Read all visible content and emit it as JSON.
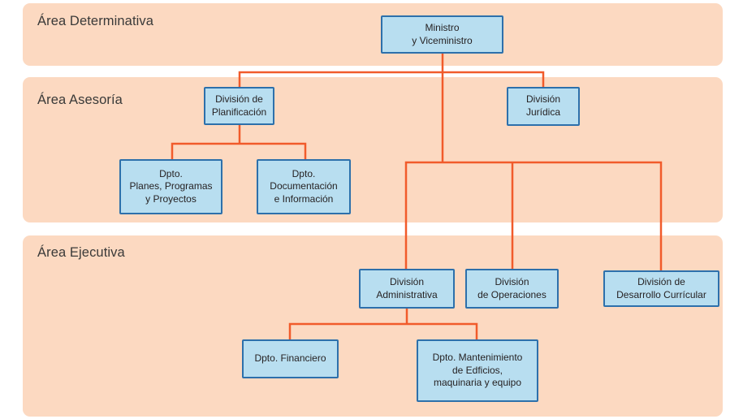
{
  "diagram": {
    "type": "org-chart",
    "areas": {
      "determinativa": {
        "label": "Área Determinativa"
      },
      "asesoria": {
        "label": "Área Asesoría"
      },
      "ejecutiva": {
        "label": "Área Ejecutiva"
      }
    },
    "nodes": {
      "ministro": {
        "label": "Ministro\ny Viceministro",
        "area": "Área Determinativa",
        "parent": null
      },
      "planificacion": {
        "label": "División de\nPlanificación",
        "area": "Área Asesoría",
        "parent": "ministro"
      },
      "juridica": {
        "label": "División\nJurídica",
        "area": "Área Asesoría",
        "parent": "ministro"
      },
      "planes": {
        "label": "Dpto.\nPlanes, Programas\ny Proyectos",
        "area": "Área Asesoría",
        "parent": "planificacion"
      },
      "documentacion": {
        "label": "Dpto.\nDocumentación\ne Información",
        "area": "Área Asesoría",
        "parent": "planificacion"
      },
      "administrativa": {
        "label": "División\nAdministrativa",
        "area": "Área Ejecutiva",
        "parent": "ministro"
      },
      "operaciones": {
        "label": "División\nde Operaciones",
        "area": "Área Ejecutiva",
        "parent": "ministro"
      },
      "desarrollo": {
        "label": "División de\nDesarrollo Currícular",
        "area": "Área Ejecutiva",
        "parent": "ministro"
      },
      "financiero": {
        "label": "Dpto. Financiero",
        "area": "Área Ejecutiva",
        "parent": "administrativa"
      },
      "mantenimiento": {
        "label": "Dpto. Mantenimiento\nde Edficios,\nmaquinaria y equipo",
        "area": "Área Ejecutiva",
        "parent": "administrativa"
      }
    },
    "colors": {
      "band_background": "#fcd9c1",
      "node_fill": "#b8def0",
      "node_border": "#2d70ab",
      "connector": "#f15b2b",
      "area_label_text": "#3a3a39",
      "node_text": "#262223"
    }
  }
}
